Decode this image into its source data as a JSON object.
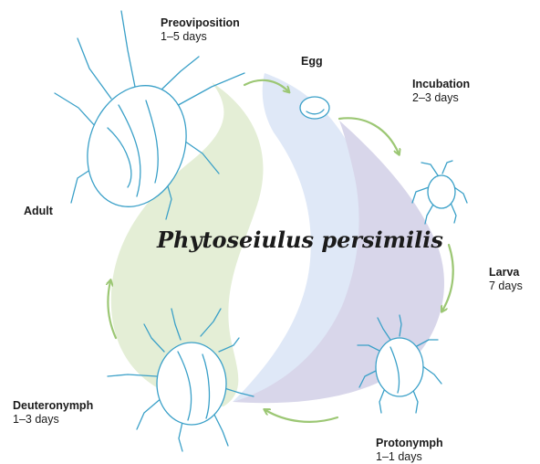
{
  "title": "Phytoseiulus persimilis",
  "stages": [
    {
      "id": "preoviposition",
      "name": "Preoviposition",
      "duration": "1–5 days"
    },
    {
      "id": "egg",
      "name": "Egg",
      "duration": ""
    },
    {
      "id": "incubation",
      "name": "Incubation",
      "duration": "2–3 days"
    },
    {
      "id": "larva",
      "name": "Larva",
      "duration": "7 days"
    },
    {
      "id": "protonymph",
      "name": "Protonymph",
      "duration": "1–1 days"
    },
    {
      "id": "deuteronymph",
      "name": "Deuteronymph",
      "duration": "1–3 days"
    },
    {
      "id": "adult",
      "name": "Adult",
      "duration": ""
    }
  ],
  "colors": {
    "mite_stroke": "#3aa0c8",
    "mite_fill": "#ffffff",
    "arrow": "#9cc774",
    "flame_green": "#e4eed6",
    "flame_blue": "#dfe8f7",
    "flame_purple": "#d8d6ea"
  },
  "icons": [
    "adult-mite-icon",
    "egg-icon",
    "larva-mite-icon",
    "protonymph-mite-icon",
    "deuteronymph-mite-icon",
    "cycle-arrow-icon"
  ]
}
